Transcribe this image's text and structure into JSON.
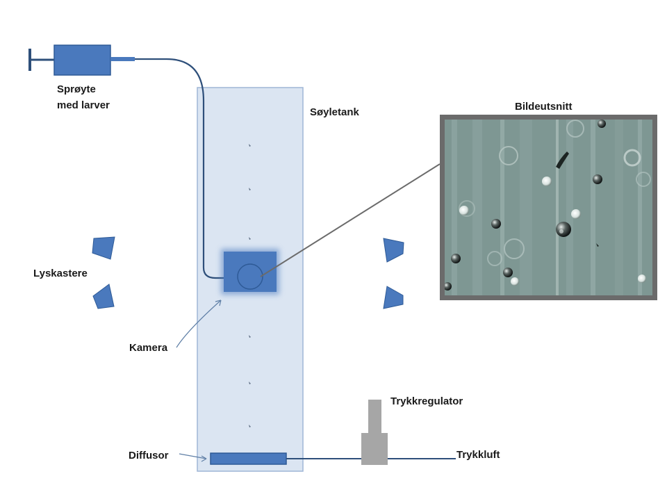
{
  "diagram": {
    "labels": {
      "syringe_line1": "Sprøyte",
      "syringe_line2": "med larver",
      "tank": "Søyletank",
      "image_section": "Bildeutsnitt",
      "spotlights": "Lyskastere",
      "camera": "Kamera",
      "diffusor": "Diffusor",
      "pressure_regulator": "Trykkregulator",
      "compressed_air": "Trykkluft"
    },
    "colors": {
      "equipment_blue": "#4a79bd",
      "tube": "#2e4f7a",
      "tank_fill": "#dbe5f2",
      "tank_border": "#9fb6d6",
      "regulator_gray": "#a6a6a6",
      "inset_border": "#6b6b6b",
      "inset_background": "#7e9793"
    },
    "icons": {
      "larva": "small-dark-larva-mark",
      "light": "blue-trapezoid-spotlight"
    }
  }
}
